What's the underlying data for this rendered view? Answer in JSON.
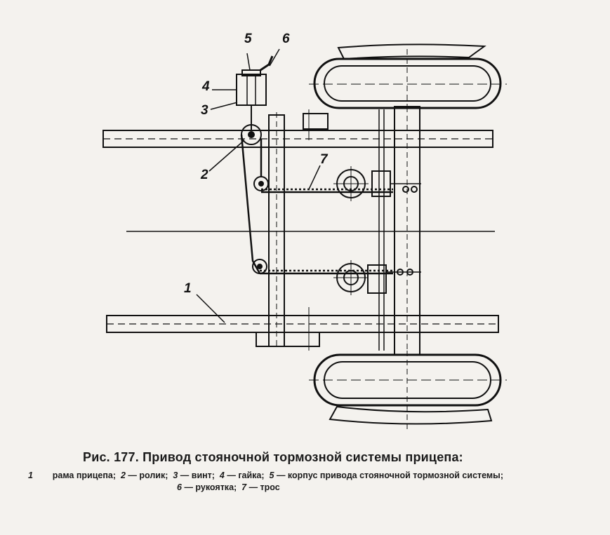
{
  "callouts": {
    "c1": "1",
    "c2": "2",
    "c3": "3",
    "c4": "4",
    "c5": "5",
    "c6": "6",
    "c7": "7"
  },
  "caption": {
    "title": "Рис. 177. Привод стояночной тормозной системы прицепа:",
    "items": [
      {
        "num": "1",
        "text": "рама прицепа;"
      },
      {
        "num": "2",
        "text": "— ролик;"
      },
      {
        "num": "3",
        "text": "— винт;"
      },
      {
        "num": "4",
        "text": "— гайка;"
      },
      {
        "num": "5",
        "text": "— корпус привода стояночной тормозной системы;"
      },
      {
        "num": "6",
        "text": "— рукоятка;"
      },
      {
        "num": "7",
        "text": "— трос"
      }
    ]
  }
}
